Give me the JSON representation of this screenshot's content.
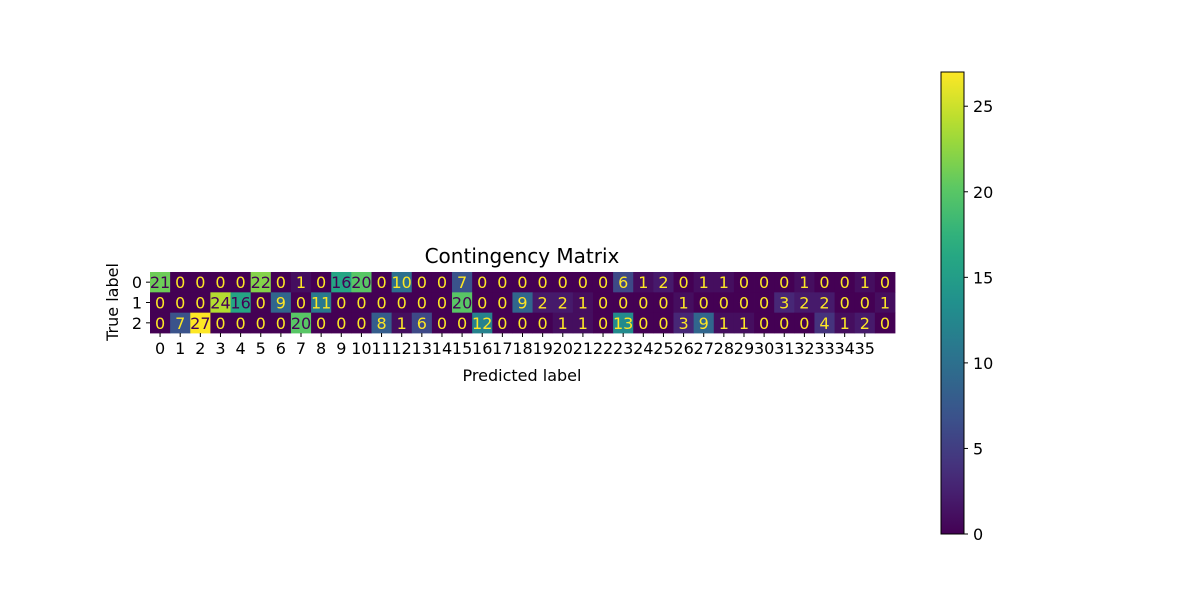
{
  "chart_data": {
    "type": "heatmap",
    "title": "Contingency Matrix",
    "xlabel": "Predicted label",
    "ylabel": "True label",
    "rows": [
      "0",
      "1",
      "2"
    ],
    "columns": [
      "0",
      "1",
      "2",
      "3",
      "4",
      "5",
      "6",
      "7",
      "8",
      "9",
      "10",
      "11",
      "12",
      "13",
      "14",
      "15",
      "16",
      "17",
      "18",
      "19",
      "20",
      "21",
      "22",
      "23",
      "24",
      "25",
      "26",
      "27",
      "28",
      "29",
      "30",
      "31",
      "32",
      "33",
      "34",
      "35"
    ],
    "values": [
      [
        21,
        0,
        0,
        0,
        0,
        22,
        0,
        1,
        0,
        16,
        20,
        0,
        10,
        0,
        0,
        7,
        0,
        0,
        0,
        0,
        0,
        0,
        0,
        6,
        1,
        2,
        0,
        1,
        1,
        0,
        0,
        0,
        1,
        0,
        0,
        1,
        0
      ],
      [
        0,
        0,
        0,
        24,
        16,
        0,
        9,
        0,
        11,
        0,
        0,
        0,
        0,
        0,
        0,
        20,
        0,
        0,
        9,
        2,
        2,
        1,
        0,
        0,
        0,
        0,
        1,
        0,
        0,
        0,
        0,
        3,
        2,
        2,
        0,
        0,
        1
      ],
      [
        0,
        7,
        27,
        0,
        0,
        0,
        0,
        20,
        0,
        0,
        0,
        8,
        1,
        6,
        0,
        0,
        12,
        0,
        0,
        0,
        1,
        1,
        0,
        13,
        0,
        0,
        3,
        9,
        1,
        1,
        0,
        0,
        0,
        4,
        1,
        2,
        0
      ]
    ],
    "colormap": "viridis",
    "vmin": 0,
    "vmax": 27,
    "colorbar_ticks": [
      0,
      5,
      10,
      15,
      20,
      25
    ],
    "text_color_light": "#fde725",
    "text_color_dark": "#440154"
  }
}
